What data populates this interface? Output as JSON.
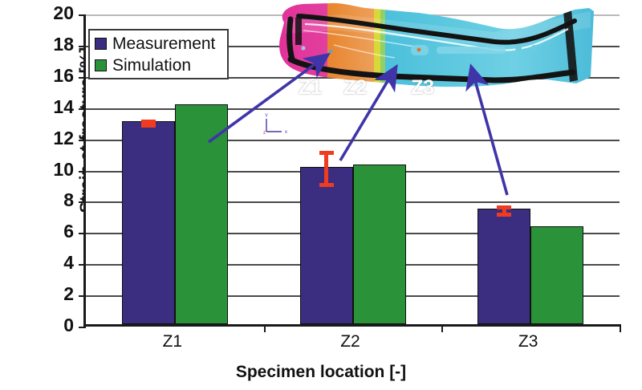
{
  "chart_data": {
    "type": "bar",
    "title": "",
    "xlabel": "Specimen location [-]",
    "ylabel": "Strain at fracture [%]",
    "categories": [
      "Z1",
      "Z2",
      "Z3"
    ],
    "ylim": [
      0,
      20
    ],
    "yticks": [
      0,
      2,
      4,
      6,
      8,
      10,
      12,
      14,
      16,
      18,
      20
    ],
    "grid": true,
    "legend_position": "top-left",
    "series": [
      {
        "name": "Measurement",
        "color": "#3b2d7f",
        "values": [
          13.0,
          10.1,
          7.4
        ],
        "errors": [
          0.25,
          1.15,
          0.35
        ],
        "error_color": "#ef3b1f"
      },
      {
        "name": "Simulation",
        "color": "#2a9239",
        "values": [
          14.1,
          10.25,
          6.25
        ]
      }
    ]
  },
  "axes": {
    "y_title": "Strain at fracture [%]",
    "x_title": "Specimen location [-]",
    "y_tick_labels": [
      "0",
      "2",
      "4",
      "6",
      "8",
      "10",
      "12",
      "14",
      "16",
      "18",
      "20"
    ],
    "x_tick_labels": [
      "Z1",
      "Z2",
      "Z3"
    ]
  },
  "legend": {
    "entries": [
      {
        "label": "Measurement",
        "color": "#3b2d7f",
        "key": "measurement"
      },
      {
        "label": "Simulation",
        "color": "#2a9239",
        "key": "simulation"
      }
    ]
  },
  "inset": {
    "description": "finite element contour plot of a sheet metal automotive structural part divided into three colored specimen zones",
    "zones": [
      {
        "label": "Z1",
        "color": "#e0369c"
      },
      {
        "label": "Z2",
        "color": "#e8883f"
      },
      {
        "label": "Z3",
        "color": "#57c6dd"
      }
    ],
    "triad": {
      "x": "x",
      "y": "Y",
      "z": "z"
    }
  },
  "annotations": {
    "arrow_color": "#3f35a8",
    "arrows": [
      {
        "name": "arrow-z1",
        "from": "Z1 bar group",
        "to": "Z1 zone on part"
      },
      {
        "name": "arrow-z2",
        "from": "Z2 bar group",
        "to": "Z2 zone on part"
      },
      {
        "name": "arrow-z3",
        "from": "Z3 bar group",
        "to": "Z3 zone on part"
      }
    ]
  }
}
